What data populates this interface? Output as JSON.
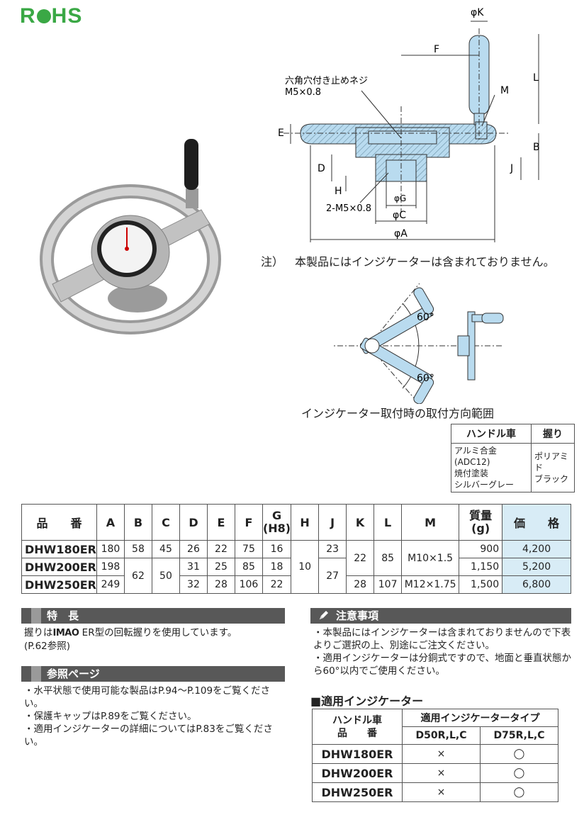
{
  "logo": {
    "text_r": "R",
    "text_hs": "HS"
  },
  "drawing": {
    "labels": {
      "phiK": "φK",
      "F": "F",
      "L": "L",
      "M": "M",
      "E": "E",
      "B": "B",
      "D": "D",
      "J": "J",
      "H": "H",
      "phiG": "φG",
      "phiC": "φC",
      "phiA": "φA",
      "setscrew_line1": "六角穴付き止めネジ",
      "setscrew_line2": "M5×0.8",
      "tap": "2-M5×0.8"
    }
  },
  "note": {
    "prefix": "注）",
    "text": "本製品にはインジケーターは含まれておりません。"
  },
  "range": {
    "angle_top": "60°",
    "angle_bottom": "60°",
    "caption": "インジケーター取付時の取付方向範囲"
  },
  "material_table": {
    "headers": [
      "ハンドル車",
      "握り"
    ],
    "wheel_lines": [
      "アルミ合金(ADC12)",
      "焼付塗装",
      "シルバーグレー"
    ],
    "grip_lines": [
      "ポリアミド",
      "ブラック"
    ]
  },
  "spec_table": {
    "headers": [
      "品　　番",
      "A",
      "B",
      "C",
      "D",
      "E",
      "F",
      "G",
      "(H8)",
      "H",
      "J",
      "K",
      "L",
      "M",
      "質量",
      "(g)",
      "価　　格"
    ],
    "rows": [
      {
        "pn": "DHW180ER",
        "A": "180",
        "B": "58",
        "C": "45",
        "D": "26",
        "E": "22",
        "F": "75",
        "G": "16",
        "H": "10",
        "J": "23",
        "K": "22",
        "L": "85",
        "M": "M10×1.5",
        "mass": "900",
        "price": "4,200"
      },
      {
        "pn": "DHW200ER",
        "A": "198",
        "B": "62",
        "C": "50",
        "D": "31",
        "E": "25",
        "F": "85",
        "G": "18",
        "J": "27",
        "mass": "1,150",
        "price": "5,200"
      },
      {
        "pn": "DHW250ER",
        "A": "249",
        "D": "32",
        "E": "28",
        "F": "106",
        "G": "22",
        "K": "28",
        "L": "107",
        "M": "M12×1.75",
        "mass": "1,500",
        "price": "6,800"
      }
    ]
  },
  "features": {
    "title": "特　長",
    "text_pre": "握りは",
    "brand": "IMAO",
    "text_post": " ER型の回転握りを使用しています。",
    "text_ref": "(P.62参照)"
  },
  "reference": {
    "title": "参照ページ",
    "items": [
      "・水平状態で使用可能な製品はP.94〜P.109をご覧ください。",
      "・保護キャップはP.89をご覧ください。",
      "・適用インジケーターの詳細についてはP.83をご覧ください。"
    ]
  },
  "caution": {
    "title": "注意事項",
    "items": [
      "・本製品にはインジケーターは含まれておりませんので下表よりご選択の上、別途にご注文ください。",
      "・適用インジケーターは分銅式ですので、地面と垂直状態から60°以内でご使用ください。"
    ]
  },
  "indicator_table": {
    "title": "■適用インジケーター",
    "h_wheel1": "ハンドル車",
    "h_wheel2": "品　　番",
    "h_type": "適用インジケータータイプ",
    "h_d50": "D50R,L,C",
    "h_d75": "D75R,L,C",
    "rows": [
      {
        "pn": "DHW180ER",
        "d50": "×",
        "d75": "◯"
      },
      {
        "pn": "DHW200ER",
        "d50": "×",
        "d75": "◯"
      },
      {
        "pn": "DHW250ER",
        "d50": "×",
        "d75": "◯"
      }
    ]
  },
  "colors": {
    "rohs_green": "#3aa845",
    "section_gray": "#585858",
    "price_blue": "#d8ecf6",
    "drawing_blue": "#b9dbef"
  }
}
